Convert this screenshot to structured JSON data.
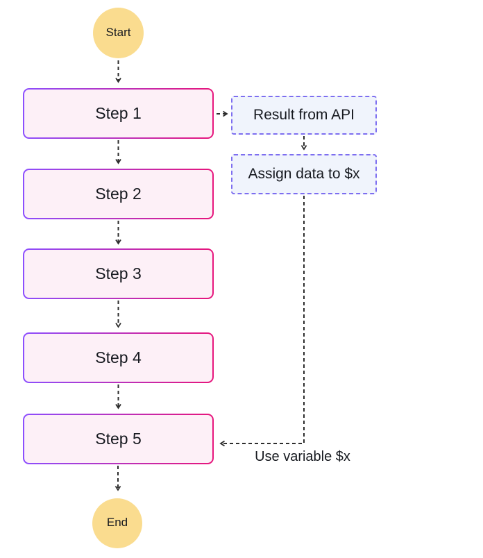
{
  "diagram": {
    "start": {
      "label": "Start"
    },
    "end": {
      "label": "End"
    },
    "steps": [
      {
        "label": "Step 1"
      },
      {
        "label": "Step 2"
      },
      {
        "label": "Step 3"
      },
      {
        "label": "Step 4"
      },
      {
        "label": "Step 5"
      }
    ],
    "annotations": [
      {
        "label": "Result from API"
      },
      {
        "label": "Assign data to $x"
      }
    ],
    "edge_label": "Use variable $x",
    "colors": {
      "terminal_fill": "#FADC8F",
      "step_fill": "#FDF0F7",
      "step_border_start": "#8C4FFF",
      "step_border_end": "#E7157B",
      "annotation_fill": "#F0F4FC",
      "annotation_border": "#7D6EF0",
      "arrow": "#2D2D2D",
      "text": "#16191F"
    }
  }
}
